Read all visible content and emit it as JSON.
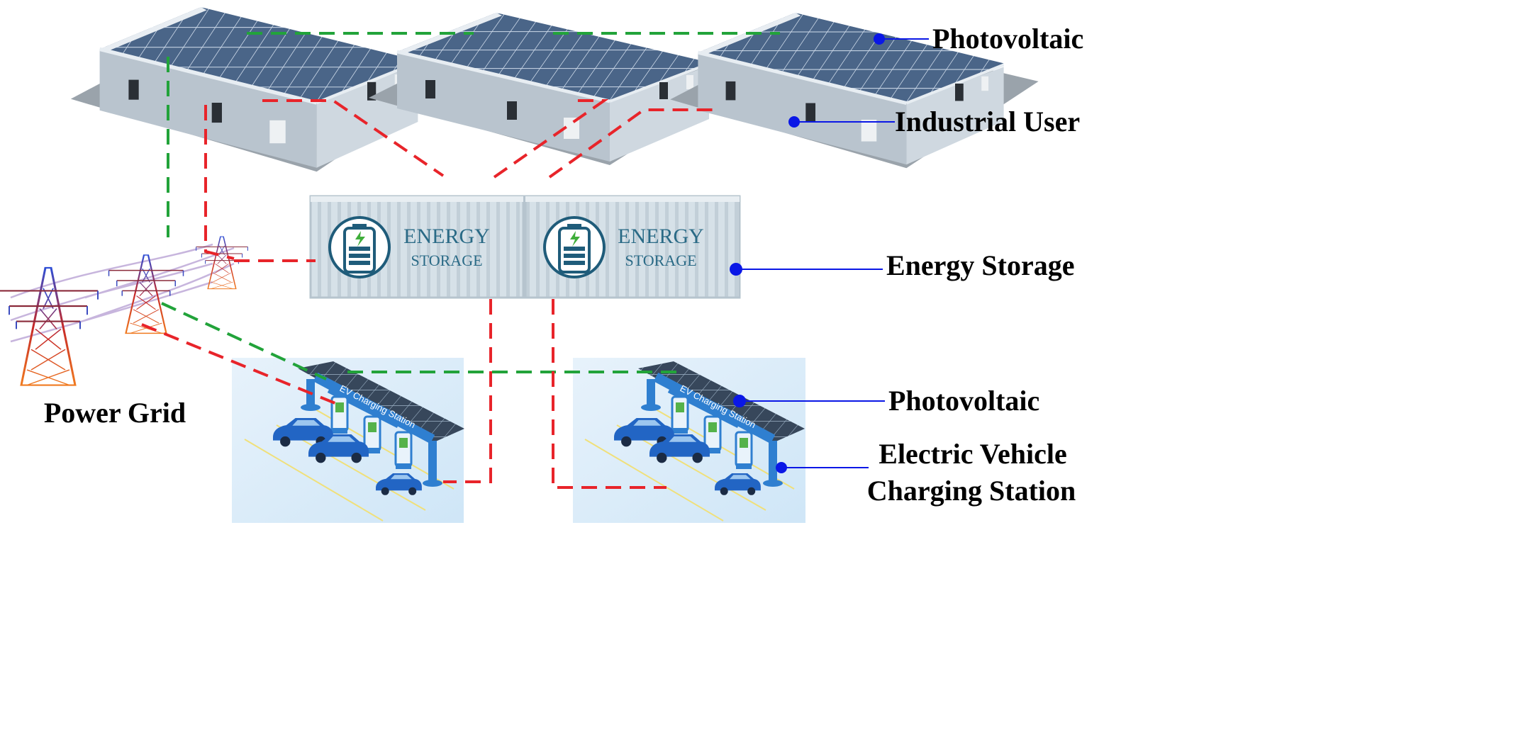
{
  "labels": {
    "photovoltaic_top": "Photovoltaic",
    "industrial_user": "Industrial User",
    "energy_storage": "Energy Storage",
    "power_grid": "Power Grid",
    "photovoltaic_bottom": "Photovoltaic",
    "ev_station_line1": "Electric Vehicle",
    "ev_station_line2": "Charging Station"
  },
  "storage_unit": {
    "line1": "ENERGY",
    "line2": "STORAGE"
  },
  "charging_station_sign": "EV Charging Station",
  "colors": {
    "photovoltaic_link": "#22a33a",
    "power_link": "#e8242a",
    "callout_marker": "#0a17e6",
    "building_wall": "#c7d2dc",
    "roof_panel": "#4a6588",
    "container": "#d6e1e8",
    "canopy": "#2f7fd0",
    "car": "#2265c4",
    "tower_top": "#2f4fd6",
    "tower_bottom": "#f07a20"
  }
}
